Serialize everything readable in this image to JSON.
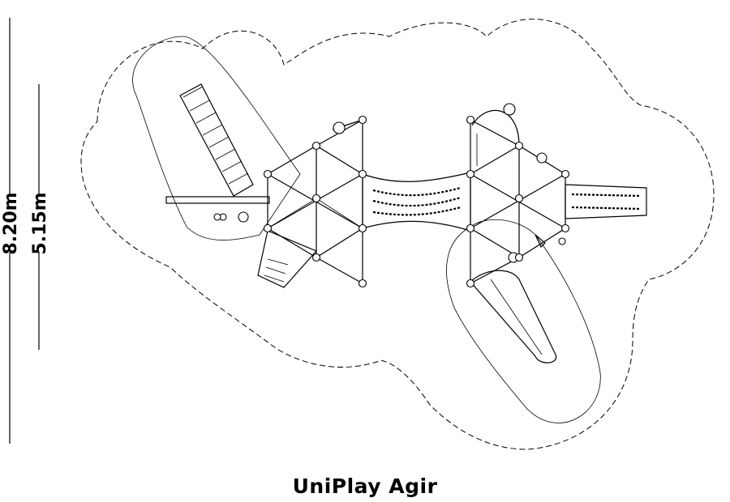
{
  "product": {
    "name": "UniPlay Agir"
  },
  "dimensions": {
    "outer": "8.20m",
    "inner": "5.15m"
  }
}
